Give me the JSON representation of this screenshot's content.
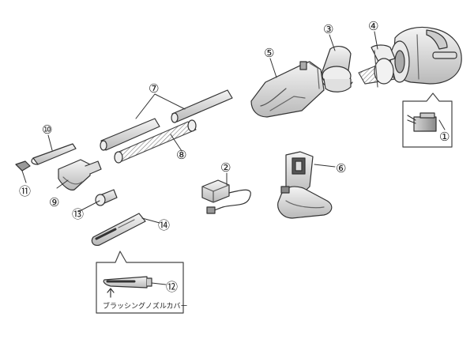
{
  "callouts": [
    {
      "id": "c1",
      "label": "①"
    },
    {
      "id": "c2",
      "label": "②"
    },
    {
      "id": "c3",
      "label": "③"
    },
    {
      "id": "c4",
      "label": "④"
    },
    {
      "id": "c5",
      "label": "⑤"
    },
    {
      "id": "c6",
      "label": "⑥"
    },
    {
      "id": "c7",
      "label": "⑦"
    },
    {
      "id": "c8",
      "label": "⑧"
    },
    {
      "id": "c9",
      "label": "⑨"
    },
    {
      "id": "c10",
      "label": "⑩"
    },
    {
      "id": "c11",
      "label": "⑪"
    },
    {
      "id": "c12",
      "label": "⑫"
    },
    {
      "id": "c13",
      "label": "⑬"
    },
    {
      "id": "c14",
      "label": "⑭"
    }
  ],
  "detail_caption": "ブラッシングノズルカバー"
}
